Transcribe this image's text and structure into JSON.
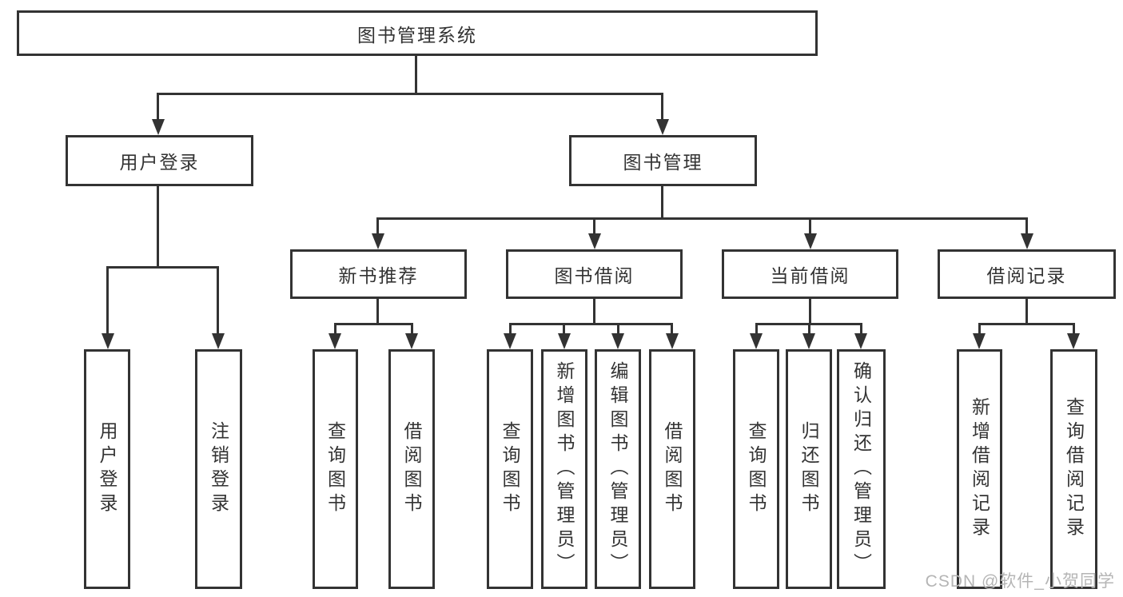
{
  "page": {
    "background": "#ffffff"
  },
  "colors": {
    "line": "#333333",
    "box_border": "#333333",
    "text": "#333333",
    "watermark_text": "#b5b5b5"
  },
  "tree": {
    "label": "图书管理系统",
    "children": [
      {
        "label": "用户登录",
        "children": [
          {
            "label": "用户登录"
          },
          {
            "label": "注销登录"
          }
        ]
      },
      {
        "label": "图书管理",
        "children": [
          {
            "label": "新书推荐",
            "children": [
              {
                "label": "查询图书"
              },
              {
                "label": "借阅图书"
              }
            ]
          },
          {
            "label": "图书借阅",
            "children": [
              {
                "label": "查询图书"
              },
              {
                "label": "新增图书（管理员）"
              },
              {
                "label": "编辑图书（管理员）"
              },
              {
                "label": "借阅图书"
              }
            ]
          },
          {
            "label": "当前借阅",
            "children": [
              {
                "label": "查询图书"
              },
              {
                "label": "归还图书"
              },
              {
                "label": "确认归还（管理员）"
              }
            ]
          },
          {
            "label": "借阅记录",
            "children": [
              {
                "label": "新增借阅记录"
              },
              {
                "label": "查询借阅记录"
              }
            ]
          }
        ]
      }
    ]
  },
  "watermark": {
    "text": "CSDN @软件_小贺同学"
  }
}
